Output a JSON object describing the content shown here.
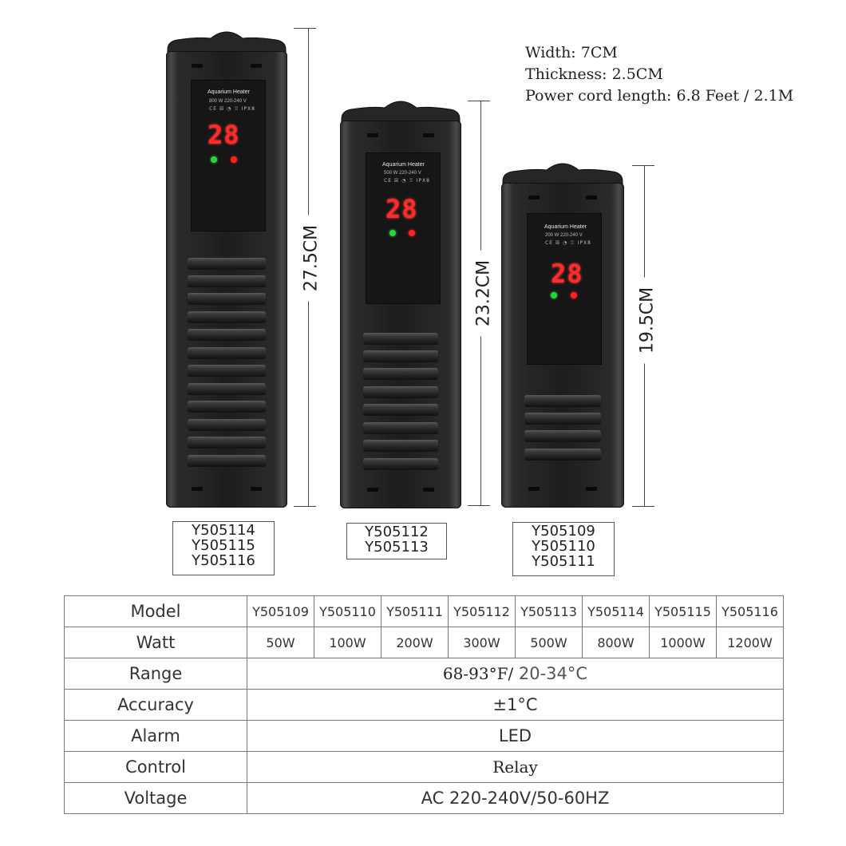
{
  "specs": {
    "width": "Width: 7CM",
    "thickness": "Thickness: 2.5CM",
    "cord": "Power cord length: 6.8 Feet / 2.1M"
  },
  "heaters": [
    {
      "title": "Aquarium Heater",
      "spec": "800 W  220-240 V",
      "cert": "CE ☒ ◔ ♖ IPX8",
      "display": "28",
      "dimension": "27.5CM",
      "models": [
        "Y505114",
        "Y505115",
        "Y505116"
      ]
    },
    {
      "title": "Aquarium Heater",
      "spec": "500 W  220-240 V",
      "cert": "CE ☒ ◔ ♖ IPX8",
      "display": "28",
      "dimension": "23.2CM",
      "models": [
        "Y505112",
        "Y505113"
      ]
    },
    {
      "title": "Aquarium Heater",
      "spec": "200 W  220-240 V",
      "cert": "CE ☒ ◔ ♖ IPX8",
      "display": "28",
      "dimension": "19.5CM",
      "models": [
        "Y505109",
        "Y505110",
        "Y505111"
      ]
    }
  ],
  "colors": {
    "display_red": "#ff2a2a",
    "led_green": "#2bd43b",
    "led_red": "#ff2020",
    "heater_body": "#1d1d1d"
  },
  "table": {
    "model_label": "Model",
    "models": [
      "Y505109",
      "Y505110",
      "Y505111",
      "Y505112",
      "Y505113",
      "Y505114",
      "Y505115",
      "Y505116"
    ],
    "watt_label": "Watt",
    "watts": [
      "50W",
      "100W",
      "200W",
      "300W",
      "500W",
      "800W",
      "1000W",
      "1200W"
    ],
    "range_label": "Range",
    "range_value_a": "68-93°F/",
    "range_value_b": " 20-34°C",
    "accuracy_label": "Accuracy",
    "accuracy_value": "±1°C",
    "alarm_label": "Alarm",
    "alarm_value": "LED",
    "control_label": "Control",
    "control_value": "Relay",
    "voltage_label": "Voltage",
    "voltage_value": "AC 220-240V/50-60HZ"
  }
}
